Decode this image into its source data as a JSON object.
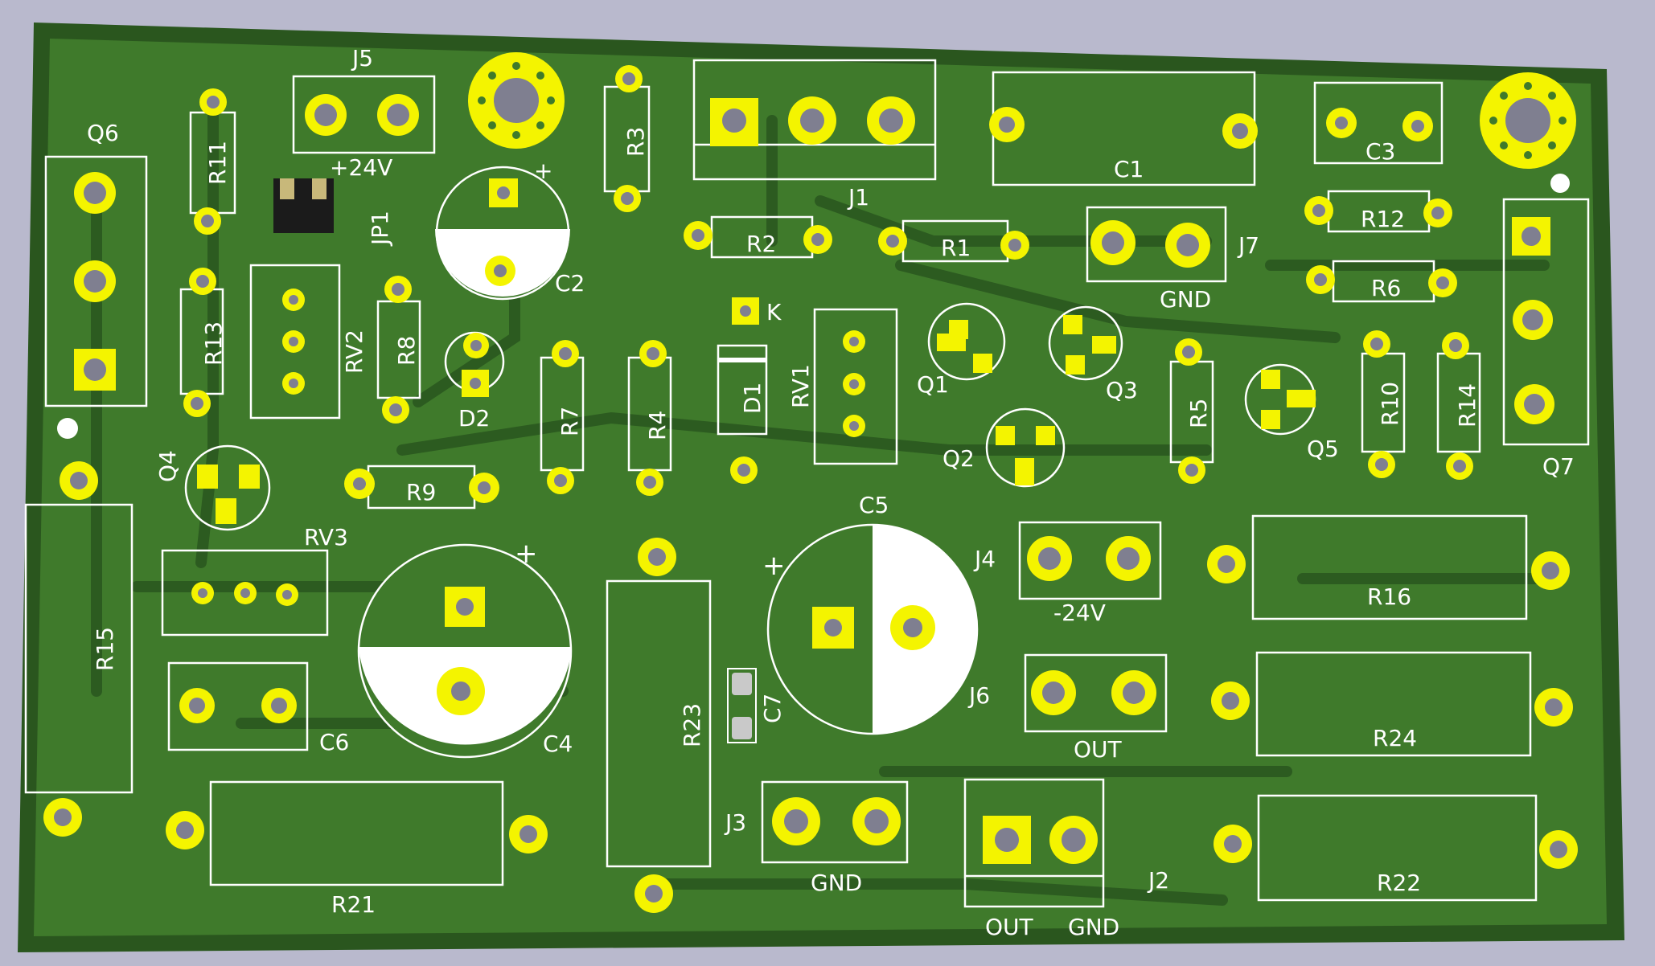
{
  "colors": {
    "background": "#b9b9cd",
    "board_copper": "#3f7a2b",
    "board_edge": "#254d1c",
    "pad": "#f4f400",
    "silkscreen": "#ffffff",
    "hole": "#7f7f90"
  },
  "board": {
    "connectors": {
      "J5": "J5",
      "J5_net": "+24V",
      "J1": "J1",
      "J7": "J7",
      "J7_net": "GND",
      "J4": "J4",
      "J4_net": "-24V",
      "J6": "J6",
      "J6_net": "OUT",
      "J3": "J3",
      "J3_net": "GND",
      "J2": "J2",
      "J2_net_1": "OUT",
      "J2_net_2": "GND",
      "JP1": "JP1"
    },
    "capacitors": {
      "C1": "C1",
      "C2": "C2",
      "C3": "C3",
      "C4": "C4",
      "C5": "C5",
      "C6": "C6",
      "C7": "C7",
      "plus": "+"
    },
    "resistors": {
      "R1": "R1",
      "R2": "R2",
      "R3": "R3",
      "R4": "R4",
      "R5": "R5",
      "R6": "R6",
      "R7": "R7",
      "R8": "R8",
      "R9": "R9",
      "R10": "R10",
      "R11": "R11",
      "R12": "R12",
      "R13": "R13",
      "R14": "R14",
      "R15": "R15",
      "R16": "R16",
      "R21": "R21",
      "R22": "R22",
      "R23": "R23",
      "R24": "R24"
    },
    "trimmers": {
      "RV1": "RV1",
      "RV2": "RV2",
      "RV3": "RV3"
    },
    "semis": {
      "Q1": "Q1",
      "Q2": "Q2",
      "Q3": "Q3",
      "Q4": "Q4",
      "Q5": "Q5",
      "Q6": "Q6",
      "Q7": "Q7",
      "D1": "D1",
      "D2": "D2",
      "D1_cathode": "K"
    }
  }
}
